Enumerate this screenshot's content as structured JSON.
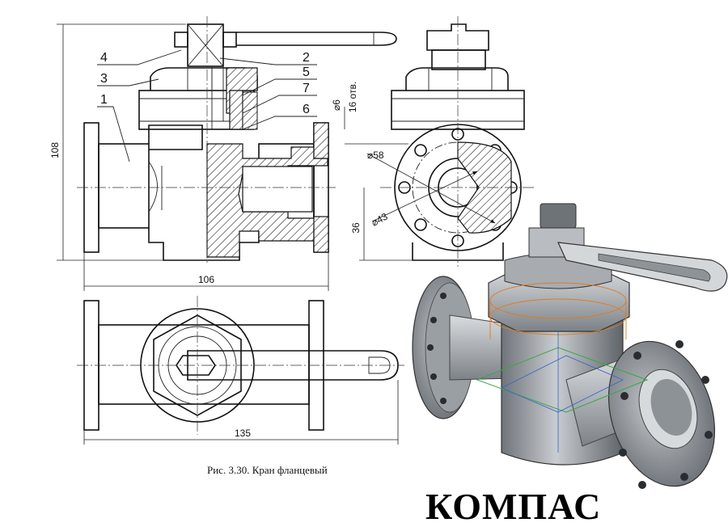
{
  "callouts": [
    "1",
    "2",
    "3",
    "4",
    "5",
    "6",
    "7"
  ],
  "dimensions": {
    "height": "108",
    "length_front": "106",
    "length_top": "135",
    "hole_dia": "⌀6",
    "holes": "16 отв.",
    "bolt_circle": "⌀58",
    "bore": "⌀43",
    "axis_height": "36"
  },
  "caption": "Рис. 3.30. Кран фланцевый",
  "brand": "КОМПАС",
  "colors": {
    "line": "#111111",
    "model_body": "#8a8f95",
    "model_light": "#d4d7da",
    "wire_orange": "#e07a1f",
    "wire_green": "#3aa64a",
    "wire_blue": "#3a66c8"
  }
}
